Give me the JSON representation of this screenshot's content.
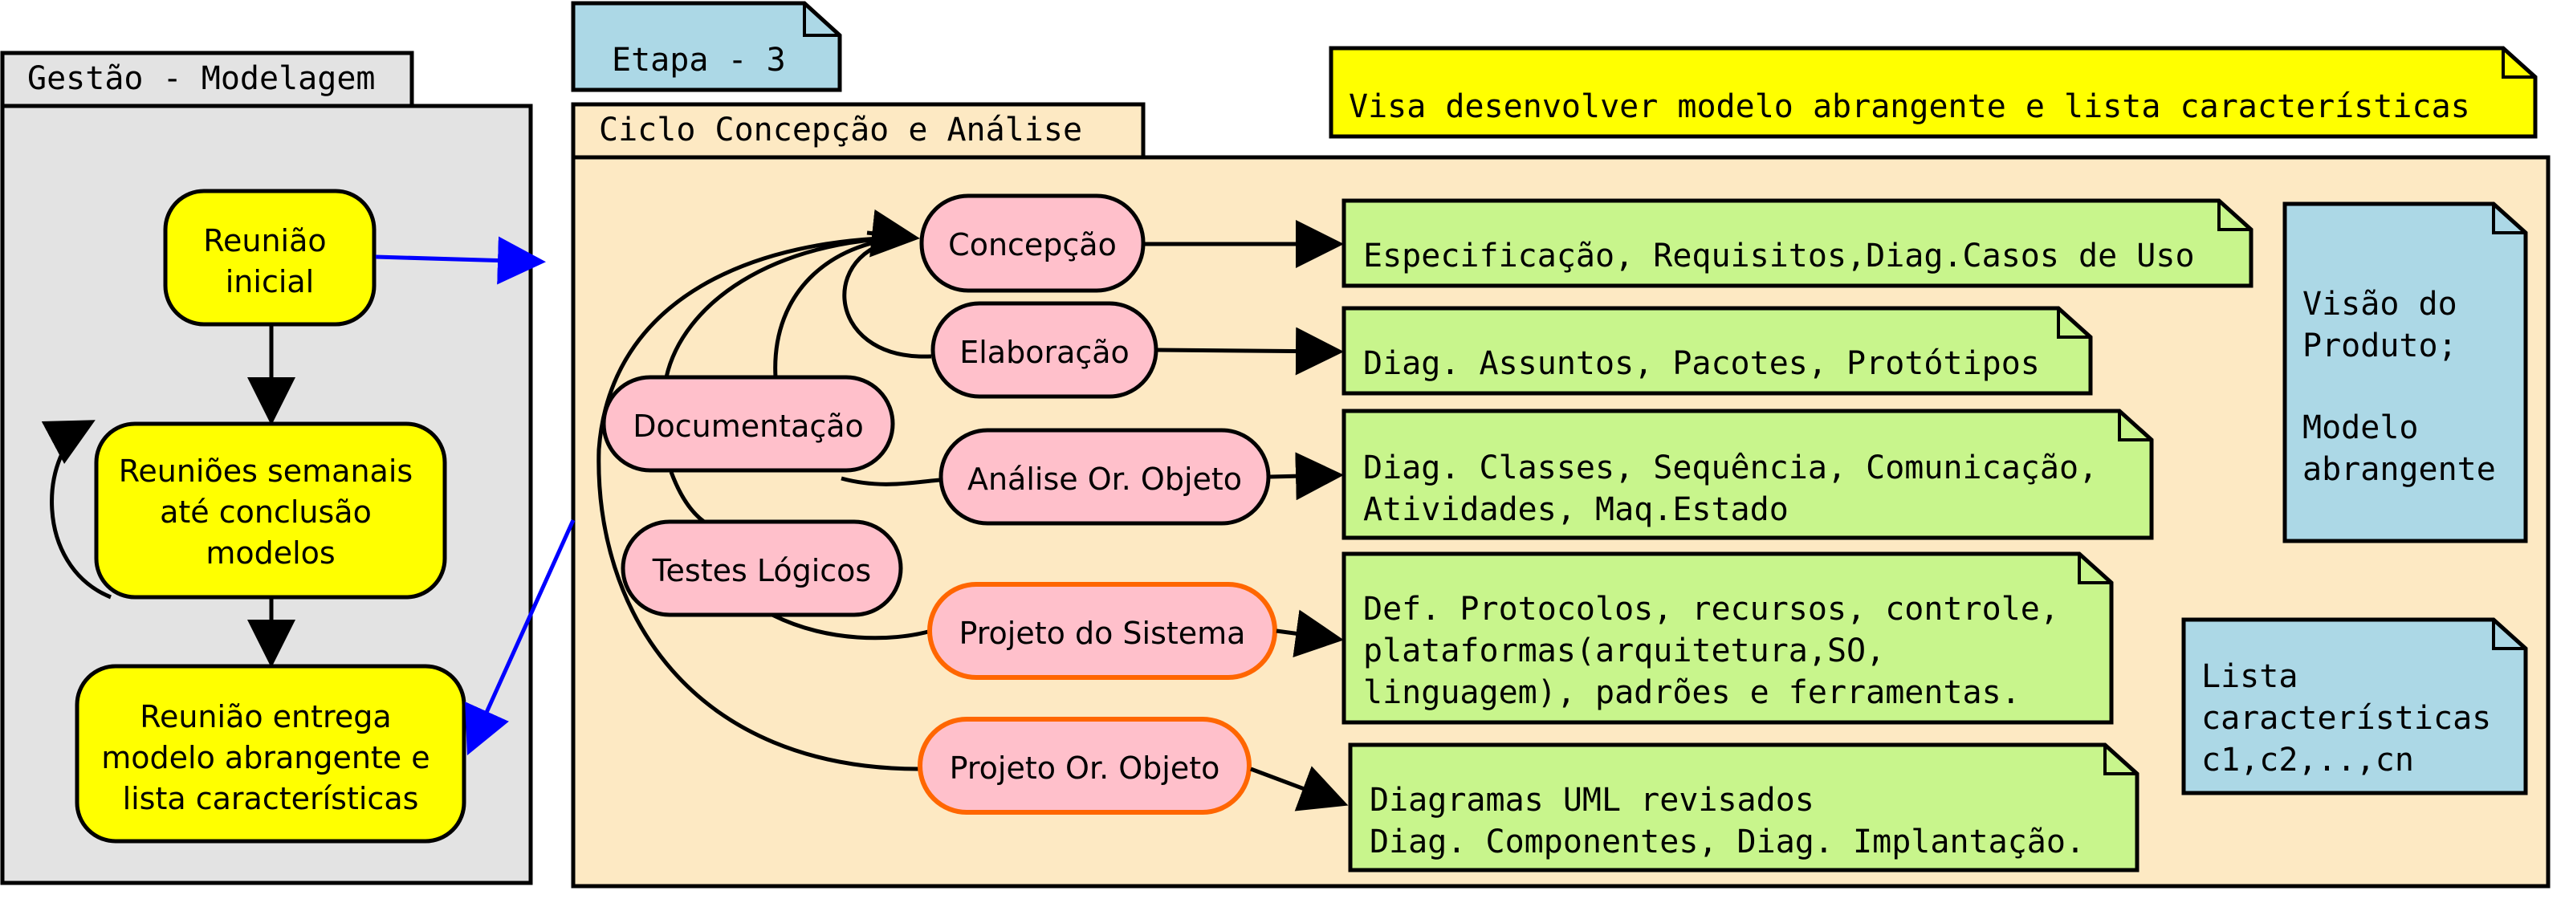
{
  "colors": {
    "gray_panel": "#e3e3e3",
    "cycle_panel": "#fde9c3",
    "yellow": "#ffff00",
    "pink": "#ffc0cb",
    "orange_stroke": "#ff6600",
    "green": "#c8f58c",
    "blue_note": "#acd8e6",
    "blue_arrow": "#0000ff"
  },
  "gestao": {
    "tab": "Gestão - Modelagem",
    "reuniao_inicial": [
      "Reunião",
      "inicial"
    ],
    "reunioes_semanais": [
      "Reuniões semanais",
      "até conclusão",
      "modelos"
    ],
    "reuniao_entrega": [
      "Reunião entrega",
      "modelo abrangente e",
      "lista características"
    ]
  },
  "etapa": "Etapa - 3",
  "objetivo": "Visa desenvolver modelo abrangente e lista características",
  "ciclo": {
    "tab": "Ciclo Concepção e Análise",
    "nodes": {
      "concepcao": "Concepção",
      "elaboracao": "Elaboração",
      "documentacao": "Documentação",
      "analise": "Análise Or. Objeto",
      "testes": "Testes Lógicos",
      "projeto_sistema": "Projeto do Sistema",
      "projeto_objeto": "Projeto Or. Objeto"
    },
    "outputs": {
      "concepcao": [
        "Especificação, Requisitos,Diag.Casos de Uso"
      ],
      "elaboracao": [
        "Diag. Assuntos, Pacotes, Protótipos"
      ],
      "analise": [
        "Diag. Classes, Sequência, Comunicação,",
        "Atividades, Maq.Estado"
      ],
      "projeto_sistema": [
        "Def. Protocolos, recursos, controle,",
        "plataformas(arquitetura,SO,",
        "linguagem), padrões e ferramentas."
      ],
      "projeto_objeto": [
        "Diagramas UML revisados",
        "Diag. Componentes, Diag. Implantação."
      ]
    },
    "notes": {
      "visao": [
        "Visão do",
        "Produto;",
        "",
        "Modelo",
        "abrangente"
      ],
      "lista": [
        "Lista",
        "características",
        "c1,c2,..,cn"
      ]
    }
  }
}
